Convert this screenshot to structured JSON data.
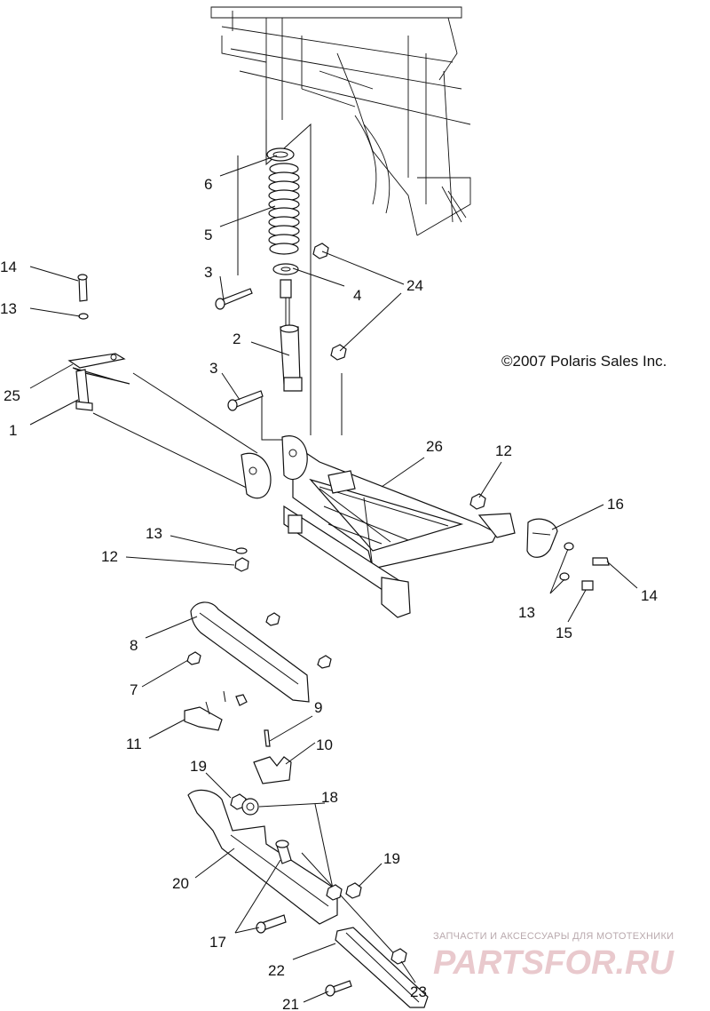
{
  "copyright": "©2007 Polaris Sales Inc.",
  "callouts": {
    "c1": "1",
    "c2": "2",
    "c3a": "3",
    "c3b": "3",
    "c4": "4",
    "c5": "5",
    "c6": "6",
    "c7": "7",
    "c8": "8",
    "c9": "9",
    "c10": "10",
    "c11": "11",
    "c12a": "12",
    "c12b": "12",
    "c13a": "13",
    "c13b": "13",
    "c13c": "13",
    "c14a": "14",
    "c14b": "14",
    "c15": "15",
    "c16": "16",
    "c17": "17",
    "c18": "18",
    "c19a": "19",
    "c19b": "19",
    "c20": "20",
    "c21": "21",
    "c22": "22",
    "c23": "23",
    "c24": "24",
    "c25": "25",
    "c26": "26"
  },
  "watermark": {
    "tagline": "ЗАПЧАСТИ И АКСЕССУАРЫ ДЛЯ МОТОТЕХНИКИ",
    "brand": "PARTSFOR.RU"
  }
}
